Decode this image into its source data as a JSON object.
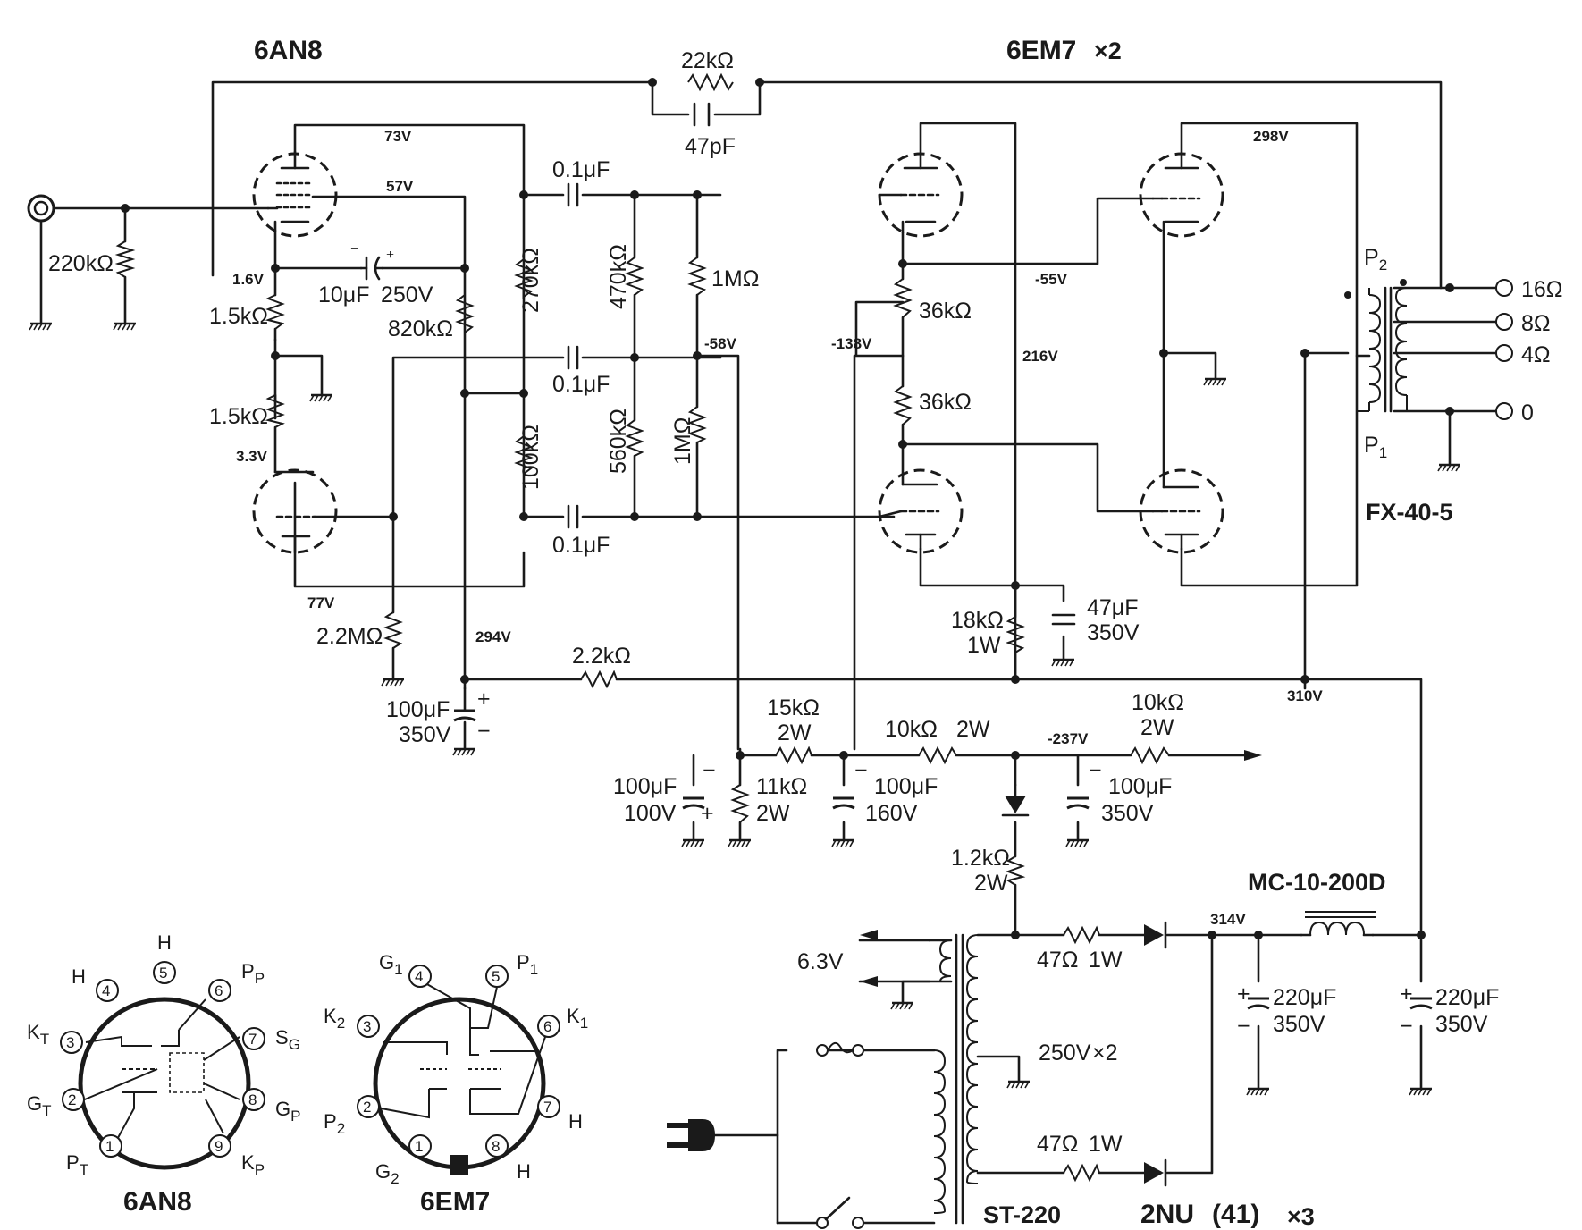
{
  "tubes": {
    "v1_name": "6AN8",
    "v2_name": "6EM7",
    "v2_count": "×2"
  },
  "feedback": {
    "r": "22kΩ",
    "c": "47pF"
  },
  "input": {
    "r": "220kΩ"
  },
  "stage1": {
    "v_plate_p": "73V",
    "v_screen": "57V",
    "v_cathode_p": "1.6V",
    "v_cathode_t": "3.3V",
    "v_plate_t": "77V",
    "r_k1": "1.5kΩ",
    "r_k2": "1.5kΩ",
    "c_screen": "10μF",
    "c_screen_v": "250V",
    "r_screen": "820kΩ",
    "r_grid": "2.2MΩ",
    "r_plate1": "270kΩ",
    "r_plate2": "100kΩ",
    "v_b": "294V",
    "r_dec": "2.2kΩ",
    "c_dec": "100μF",
    "c_dec_v": "350V"
  },
  "coupling": {
    "c1": "0.1μF",
    "c2": "0.1μF",
    "c3": "0.1μF",
    "r1": "470kΩ",
    "r2": "560kΩ",
    "r3": "1MΩ",
    "r4": "1MΩ",
    "v_bias1": "-58V",
    "v_bias2": "-138V"
  },
  "driver": {
    "r_k1": "36kΩ",
    "r_k2": "36kΩ",
    "v_mid": "-55V",
    "v_plate": "216V",
    "r_plate": "18kΩ",
    "r_plate_w": "1W",
    "c_plate": "47μF",
    "c_plate_v": "350V"
  },
  "output": {
    "v_plate": "298V",
    "v_b": "310V",
    "p1": "P",
    "p1_sub": "1",
    "p2": "P",
    "p2_sub": "2",
    "taps": [
      "16Ω",
      "8Ω",
      "4Ω",
      "0"
    ],
    "transformer": "FX-40-5"
  },
  "bias_supply": {
    "c1": "100μF",
    "c1_v": "100V",
    "r1": "11kΩ",
    "r1_w": "2W",
    "r2": "15kΩ",
    "r2_w": "2W",
    "c2": "100μF",
    "c2_v": "160V",
    "r3": "10kΩ",
    "r3_w": "2W",
    "v_neg": "-237V",
    "c3": "100μF",
    "c3_v": "350V",
    "r4": "10kΩ",
    "r4_w": "2W",
    "r5": "1.2kΩ",
    "r5_w": "2W"
  },
  "power": {
    "heater": "6.3V",
    "hv": "250V",
    "hv_count": "×2",
    "r_a": "47Ω",
    "r_a_w": "1W",
    "r_b": "47Ω",
    "r_b_w": "1W",
    "v_rect": "314V",
    "choke": "MC-10-200D",
    "c1": "220μF",
    "c1_v": "350V",
    "c2": "220μF",
    "c2_v": "350V",
    "transformer": "ST-220",
    "diode": "2NU",
    "diode_paren": "(41)",
    "diode_count": "×3"
  },
  "pinout_6an8": {
    "title": "6AN8",
    "pins": [
      "1",
      "2",
      "3",
      "4",
      "5",
      "6",
      "7",
      "8",
      "9"
    ],
    "labels": {
      "h_top": "H",
      "h_left": "H",
      "pp": "P",
      "pp_sub": "P",
      "kt": "K",
      "kt_sub": "T",
      "sg": "S",
      "sg_sub": "G",
      "gt": "G",
      "gt_sub": "T",
      "gp": "G",
      "gp_sub": "P",
      "pt": "P",
      "pt_sub": "T",
      "kp": "K",
      "kp_sub": "P"
    }
  },
  "pinout_6em7": {
    "title": "6EM7",
    "pins": [
      "1",
      "2",
      "3",
      "4",
      "5",
      "6",
      "7",
      "8"
    ],
    "labels": {
      "g1": "G",
      "g1_sub": "1",
      "p1": "P",
      "p1_sub": "1",
      "k2": "K",
      "k2_sub": "2",
      "k1": "K",
      "k1_sub": "1",
      "p2": "P",
      "p2_sub": "2",
      "h_right": "H",
      "g2": "G",
      "g2_sub": "2",
      "h_bottom": "H"
    }
  }
}
